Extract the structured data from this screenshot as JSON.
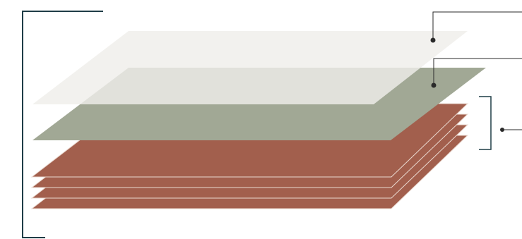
{
  "diagram": {
    "type": "layered-stack-illustration",
    "colors": {
      "background": "#ffffff",
      "bracket": "#1f3d47",
      "leader_line": "#2a2a2a",
      "leader_dot": "#2a2a2a",
      "top_layer_fill": "#efeeea",
      "middle_layer_fill": "#a1a895",
      "bottom_layer_fill": "#a25f4d",
      "bottom_layer_edge": "#ead9d0"
    },
    "layers": [
      {
        "id": "top-translucent-layer",
        "count": 1
      },
      {
        "id": "middle-green-layer",
        "count": 1
      },
      {
        "id": "bottom-red-layer-group",
        "count": 4
      }
    ],
    "callouts": [
      {
        "target": "top-translucent-layer"
      },
      {
        "target": "middle-green-layer"
      },
      {
        "target": "bottom-red-layer-group"
      }
    ]
  }
}
